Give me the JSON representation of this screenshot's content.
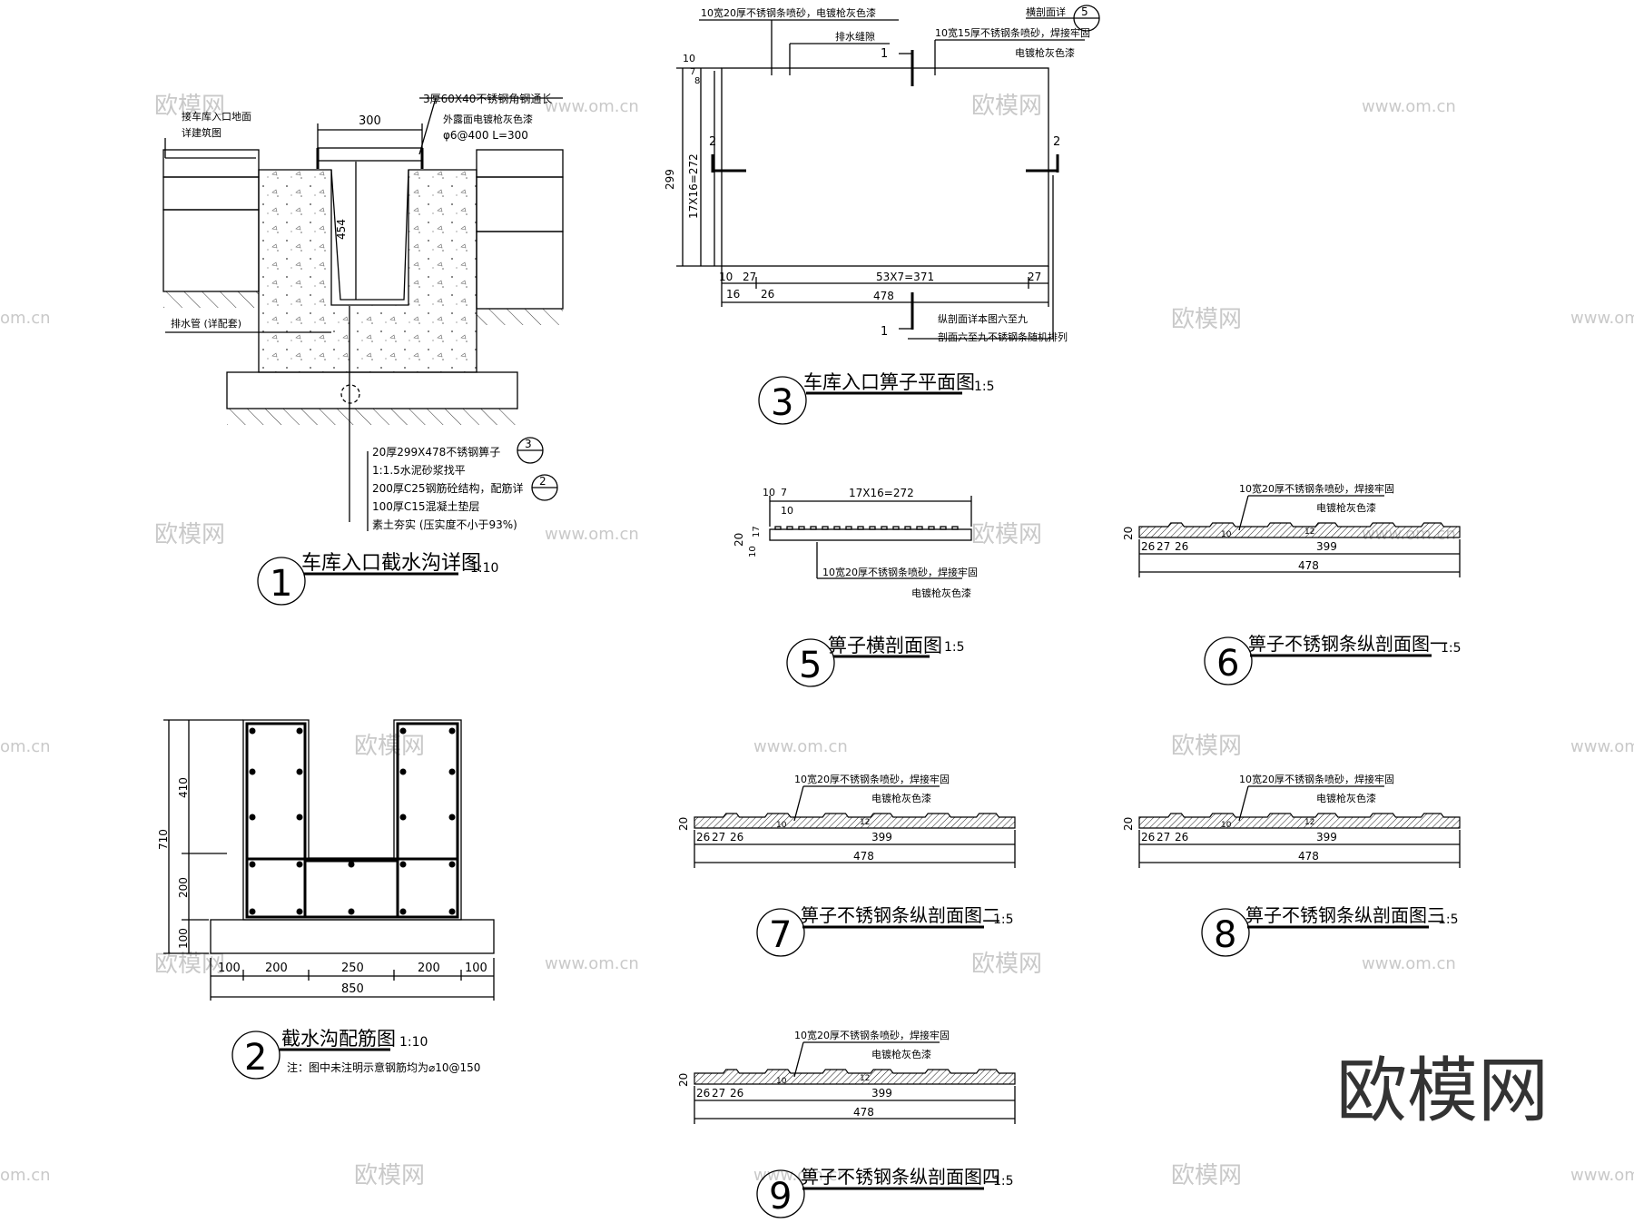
{
  "watermark": {
    "logo": "欧模网",
    "url": "www.om.cn",
    "url_short": "om.cn"
  },
  "brand": "欧模网",
  "detail1": {
    "title": "车库入口截水沟详图",
    "number": "1",
    "scale": "1:10",
    "top_notes": [
      "3厚60X40不锈钢角钢通长",
      "外露面电镀枪灰色漆",
      "φ6@400 L=300"
    ],
    "left_notes": [
      "接车库入口地面",
      "详建筑图"
    ],
    "pipe_note": "排水管 (详配套)",
    "dim_300": "300",
    "dim_454": "454",
    "layers": [
      "20厚299X478不锈钢箅子",
      "1:1.5水泥砂浆找平",
      "200厚C25钢筋砼结构，配筋详",
      "100厚C15混凝土垫层",
      "素土夯实 (压实度不小于93%)"
    ],
    "ref1": "3",
    "ref2": "2"
  },
  "detail2": {
    "title": "截水沟配筋图",
    "number": "2",
    "scale": "1:10",
    "note": "注：图中未注明示意钢筋均为⌀10@150",
    "dims_v": [
      "410",
      "200",
      "100",
      "710"
    ],
    "dims_h": [
      "100",
      "200",
      "250",
      "200",
      "100"
    ],
    "dim_total": "850"
  },
  "detail3": {
    "title": "车库入口箅子平面图",
    "number": "3",
    "scale": "1:5",
    "notes_top": [
      "10宽20厚不锈钢条喷砂，电镀枪灰色漆",
      "排水缝隙",
      "10宽15厚不锈钢条喷砂，焊接牢固",
      "电镀枪灰色漆",
      "横剖面详"
    ],
    "ref": "5",
    "notes_bottom": [
      "纵剖面详本图六至九",
      "剖面六至九不锈钢条随机排列"
    ],
    "dims_v": [
      "10",
      "7",
      "8",
      "17X16=272",
      "299"
    ],
    "dims_h": [
      "10",
      "27",
      "53X7=371",
      "27",
      "16",
      "26",
      "478"
    ],
    "section_marks": [
      "1",
      "2"
    ]
  },
  "detail5": {
    "title": "箅子横剖面图",
    "number": "5",
    "scale": "1:5",
    "dims_top": [
      "10",
      "7",
      "17X16=272",
      "10"
    ],
    "dims_left": [
      "20",
      "17",
      "10"
    ],
    "notes": [
      "10宽20厚不锈钢条喷砂，焊接牢固",
      "电镀枪灰色漆"
    ]
  },
  "profiles": [
    {
      "title": "箅子不锈钢条纵剖面图一",
      "number": "6",
      "scale": "1:5"
    },
    {
      "title": "箅子不锈钢条纵剖面图二",
      "number": "7",
      "scale": "1:5"
    },
    {
      "title": "箅子不锈钢条纵剖面图三",
      "number": "8",
      "scale": "1:5"
    },
    {
      "title": "箅子不锈钢条纵剖面图四",
      "number": "9",
      "scale": "1:5"
    }
  ],
  "profile_common": {
    "notes": [
      "10宽20厚不锈钢条喷砂，焊接牢固",
      "电镀枪灰色漆"
    ],
    "dims": [
      "20",
      "26",
      "27",
      "26",
      "399",
      "478"
    ],
    "tags": [
      "10",
      "12"
    ]
  }
}
